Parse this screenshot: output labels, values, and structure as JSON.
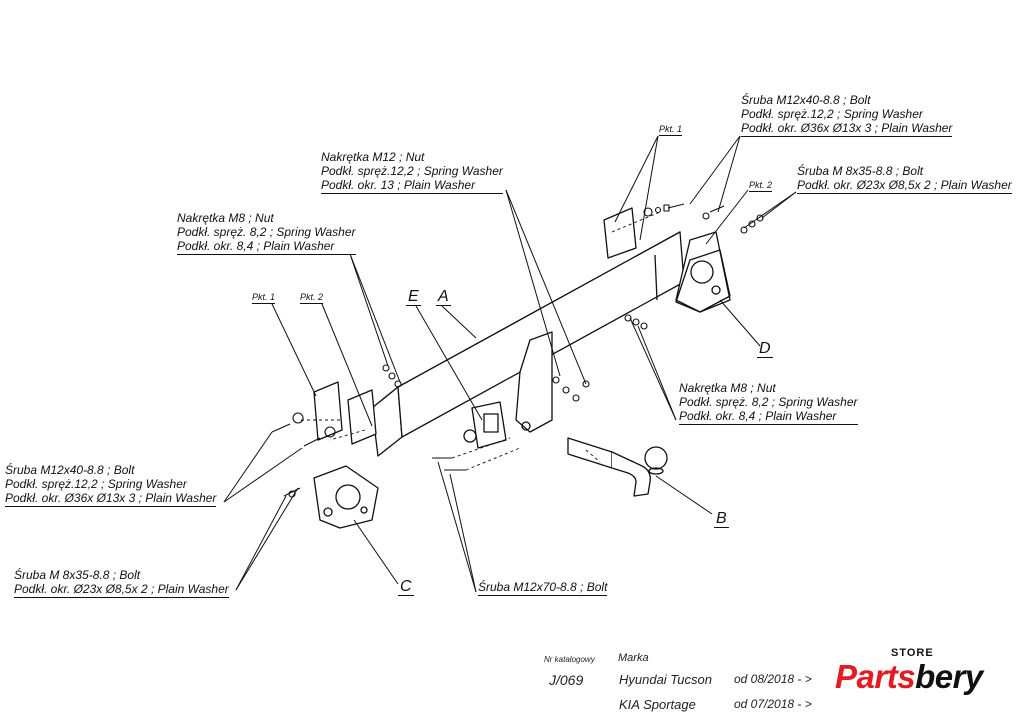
{
  "labels": {
    "bolt_top_right": [
      "Śruba M12x40-8.8 ;  Bolt",
      "Podkł. spręż.12,2 ; Spring Washer",
      "Podkł. okr.  Ø36x Ø13x 3 ; Plain Washer"
    ],
    "bolt_m8_right": [
      "Śruba M 8x35-8.8 ;  Bolt",
      "Podkł. okr.  Ø23x Ø8,5x 2 ; Plain Washer"
    ],
    "nut_m12": [
      "Nakrętka  M12 ; Nut",
      "Podkł. spręż.12,2 ; Spring Washer",
      "Podkł. okr. 13 ; Plain Washer"
    ],
    "nut_m8_left": [
      "Nakrętka  M8 ; Nut",
      "Podkł. spręż. 8,2 ; Spring Washer",
      "Podkł. okr. 8,4 ; Plain Washer"
    ],
    "nut_m8_right": [
      "Nakrętka  M8 ; Nut",
      "Podkł. spręż. 8,2 ; Spring Washer",
      "Podkł. okr. 8,4 ; Plain Washer"
    ],
    "bolt_left": [
      "Śruba M12x40-8.8 ;  Bolt",
      "Podkł. spręż.12,2 ; Spring Washer",
      "Podkł. okr.  Ø36x Ø13x 3 ; Plain Washer"
    ],
    "bolt_m8_left": [
      "Śruba M 8x35-8.8 ;  Bolt",
      "Podkł. okr.  Ø23x Ø8,5x 2 ; Plain Washer"
    ],
    "bolt_m12x70": "Śruba M12x70-8.8 ;  Bolt"
  },
  "pkt": {
    "top_1": "Pkt. 1",
    "top_2": "Pkt. 2",
    "left_1": "Pkt. 1",
    "left_2": "Pkt. 2"
  },
  "parts": {
    "a": "A",
    "b": "B",
    "c": "C",
    "d": "D",
    "e": "E"
  },
  "catalog": {
    "nr_header": "Nr katalogowy",
    "marka_header": "Marka",
    "number": "J/069",
    "rows": [
      {
        "make": "Hyundai Tucson",
        "date": "od 08/2018 - >"
      },
      {
        "make": "KIA Sportage",
        "date": "od 07/2018 - >"
      }
    ]
  },
  "logo": {
    "store": "STORE",
    "brand_first": "Parts",
    "brand_rest": "bery"
  },
  "colors": {
    "ink": "#111111",
    "brand_red": "#e31b23"
  }
}
